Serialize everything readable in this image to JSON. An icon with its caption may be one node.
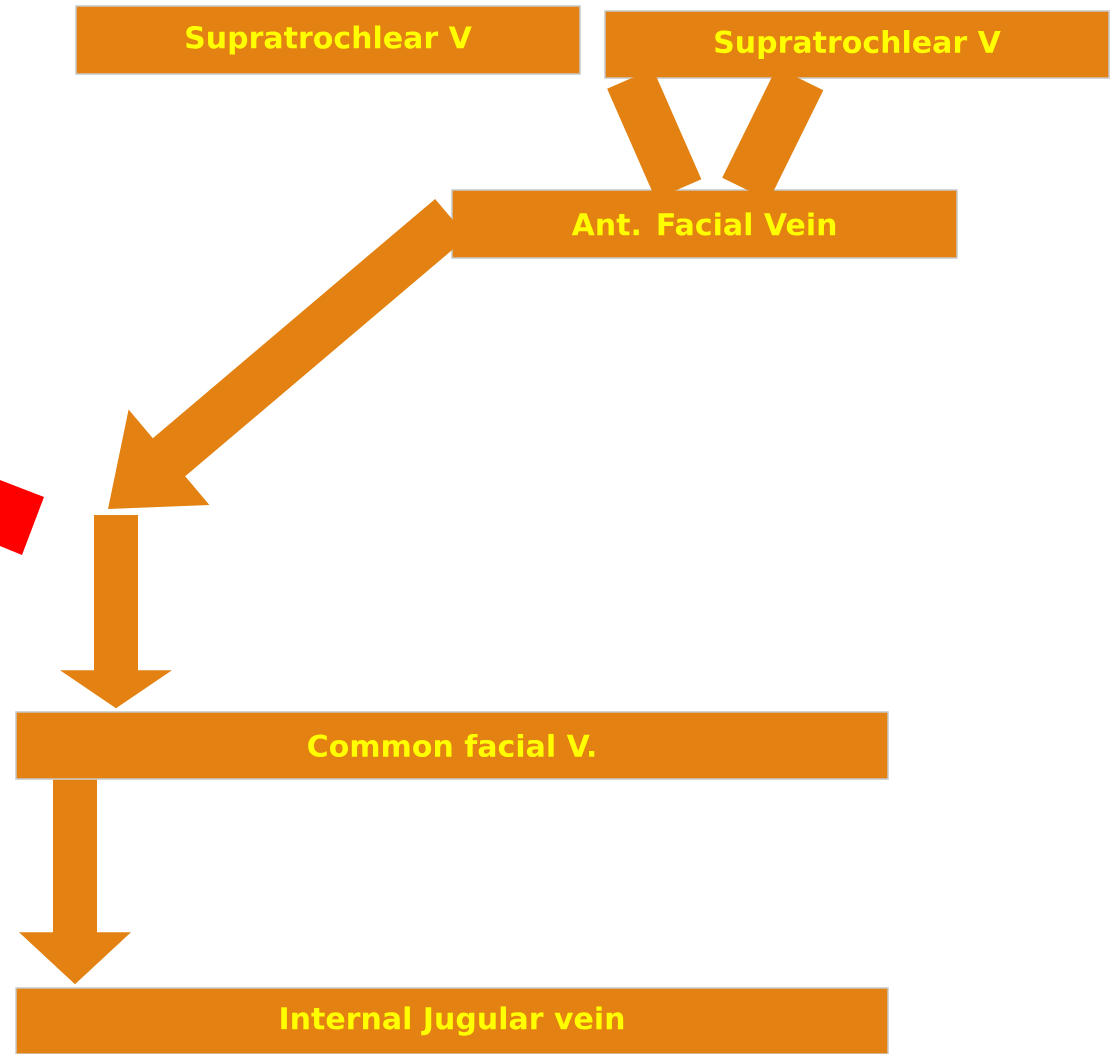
{
  "diagram": {
    "nodes": [
      {
        "text": [
          "Supratrochlear V"
        ]
      },
      {
        "text": [
          "Supratrochlear V"
        ]
      },
      {
        "text": [
          "Ant. Facial Vein"
        ]
      },
      {
        "text": [
          "Common facial V."
        ]
      },
      {
        "text": [
          "Internal Jugular vein"
        ]
      }
    ],
    "edges": [
      {
        "from": 1,
        "to": 2,
        "arrow": "none"
      },
      {
        "from": 1,
        "to": 2,
        "arrow": "none"
      },
      {
        "from": 2,
        "to": null,
        "arrow": "to"
      },
      {
        "from": null,
        "to": 3,
        "arrow": "to"
      },
      {
        "from": 3,
        "to": 4,
        "arrow": "to"
      }
    ]
  }
}
